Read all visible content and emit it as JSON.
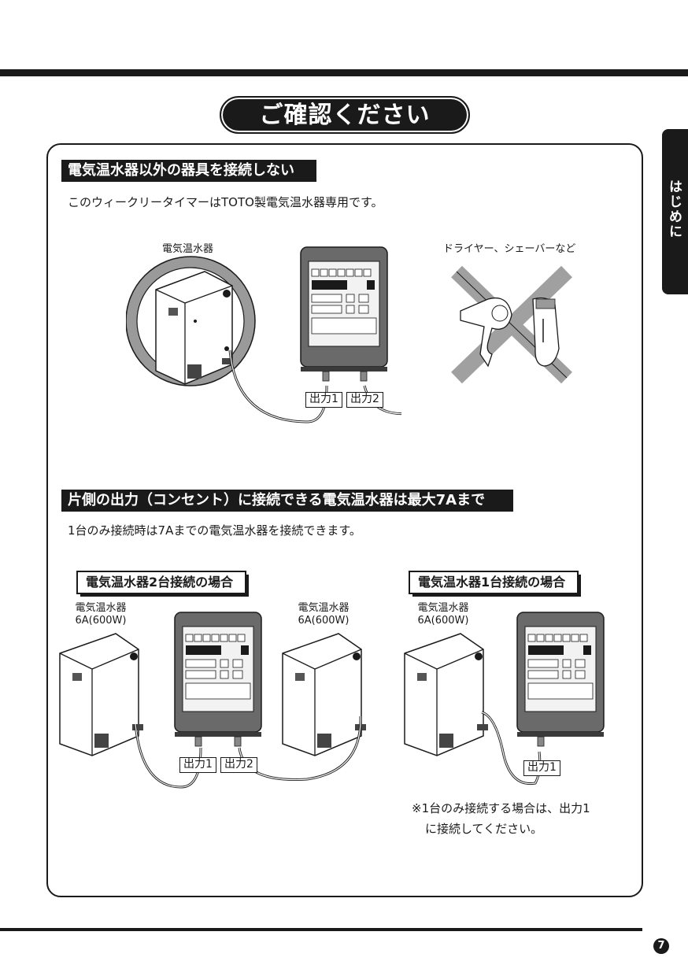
{
  "header": {
    "title": "ご確認ください"
  },
  "side_tab": {
    "label": "はじめに"
  },
  "section1": {
    "heading": "電気温水器以外の器具を接続しない",
    "body": "このウィークリータイマーはTOTO製電気温水器専用です。",
    "label_heater": "電気温水器",
    "label_forbidden": "ドライヤー、シェーバーなど",
    "output1": "出力1",
    "output2": "出力2"
  },
  "section2": {
    "heading_part1": "片側の出力（コンセント）に接続できる電気温水器は",
    "heading_part2": "最大7Aまで",
    "body": "1台のみ接続時は7Aまでの電気温水器を接続できます。",
    "case_two": {
      "title": "電気温水器2台接続の場合",
      "heater_left_name": "電気温水器",
      "heater_left_spec": "6A(600W)",
      "heater_right_name": "電気温水器",
      "heater_right_spec": "6A(600W)",
      "output1": "出力1",
      "output2": "出力2"
    },
    "case_one": {
      "title": "電気温水器1台接続の場合",
      "heater_name": "電気温水器",
      "heater_spec": "6A(600W)",
      "output1": "出力1",
      "note_line1": "※1台のみ接続する場合は、出力1",
      "note_line2": "に接続してください。"
    }
  },
  "footer": {
    "page_number": "7"
  }
}
